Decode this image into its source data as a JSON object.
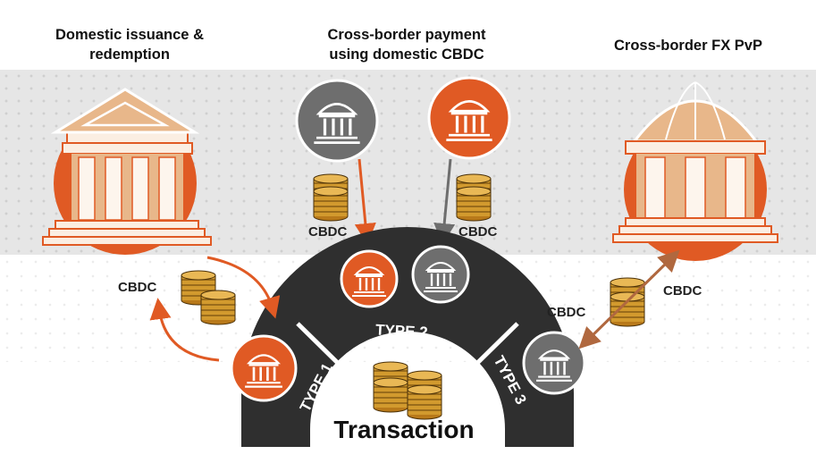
{
  "headers": {
    "domestic": [
      "Domestic issuance &",
      "redemption"
    ],
    "cross_border": [
      "Cross-border payment",
      "using domestic CBDC"
    ],
    "fx": "Cross-border FX PvP"
  },
  "labels": {
    "cbdc_left": "CBDC",
    "cbdc_mid_left": "CBDC",
    "cbdc_mid_right": "CBDC",
    "cbdc_fx_left": "CBDC",
    "cbdc_fx_right": "CBDC"
  },
  "arch": {
    "type1": "TYPE 1",
    "type2": "TYPE 2",
    "type3": "TYPE 3",
    "center": "Transaction"
  },
  "colors": {
    "orange": "#e05a24",
    "orange_light": "#e8b78a",
    "gray": "#6e6e6e",
    "dark": "#2f2f2f",
    "coin": "#d39a2a"
  }
}
